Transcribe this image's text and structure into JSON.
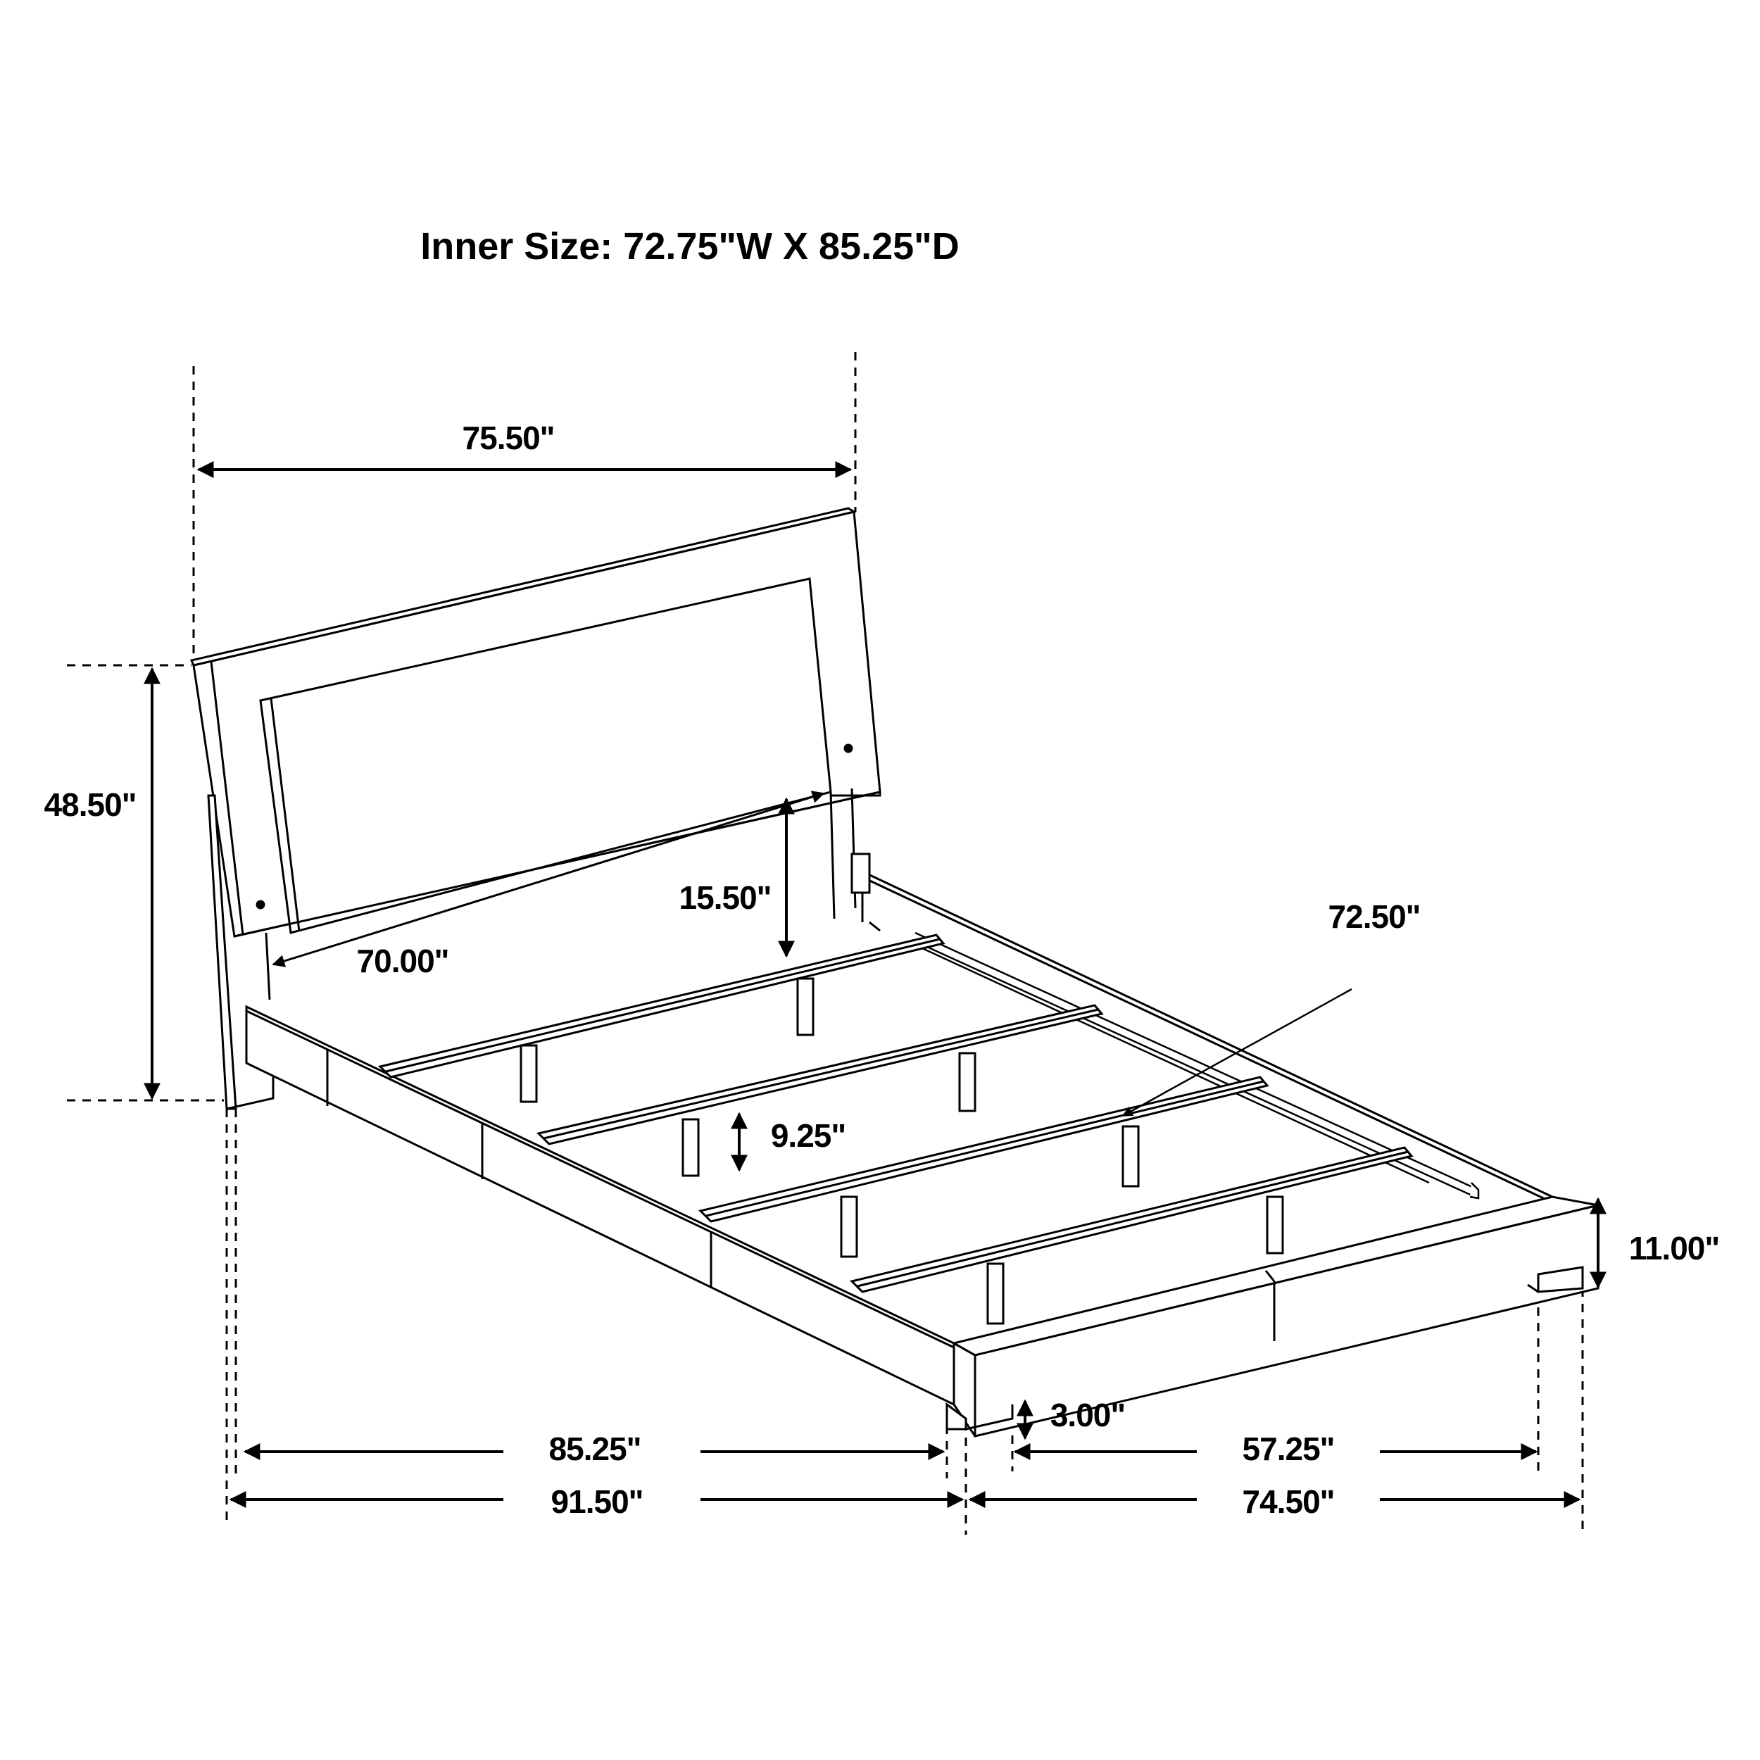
{
  "title": "Inner Size: 72.75\"W X 85.25\"D",
  "colors": {
    "line": "#000000",
    "background": "#ffffff"
  },
  "dimensions": {
    "headboard_width": "75.50\"",
    "headboard_height": "48.50\"",
    "headboard_inner_width": "70.00\"",
    "headboard_clearance": "15.50\"",
    "slat_length": "72.50\"",
    "rail_to_floor": "9.25\"",
    "frame_height": "11.00\"",
    "leg_height": "3.00\"",
    "inner_length": "85.25\"",
    "overall_length": "91.50\"",
    "leg_span_width": "57.25\"",
    "overall_width": "74.50\""
  },
  "components": [
    "headboard",
    "headboard-panel",
    "side-rail-left",
    "side-rail-right",
    "footboard-rail",
    "slats",
    "center-support-legs",
    "corner-legs"
  ]
}
